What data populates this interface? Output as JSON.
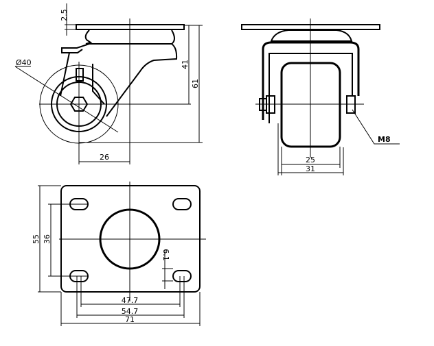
{
  "side_view": {
    "dim_plate": "2.5",
    "dim_axle_height": "41",
    "dim_total_height": "61",
    "dim_offset": "26",
    "dim_wheel_dia": "Ø40"
  },
  "front_view": {
    "dim_wheel_width": "25",
    "dim_fork_width": "31",
    "dim_bolt": "M8"
  },
  "top_plate": {
    "dim_height": "55",
    "dim_hole_spacing_v": "36",
    "dim_slot": "6.1",
    "dim_hole_inner": "47.7",
    "dim_hole_outer": "54.7",
    "dim_width": "71"
  }
}
